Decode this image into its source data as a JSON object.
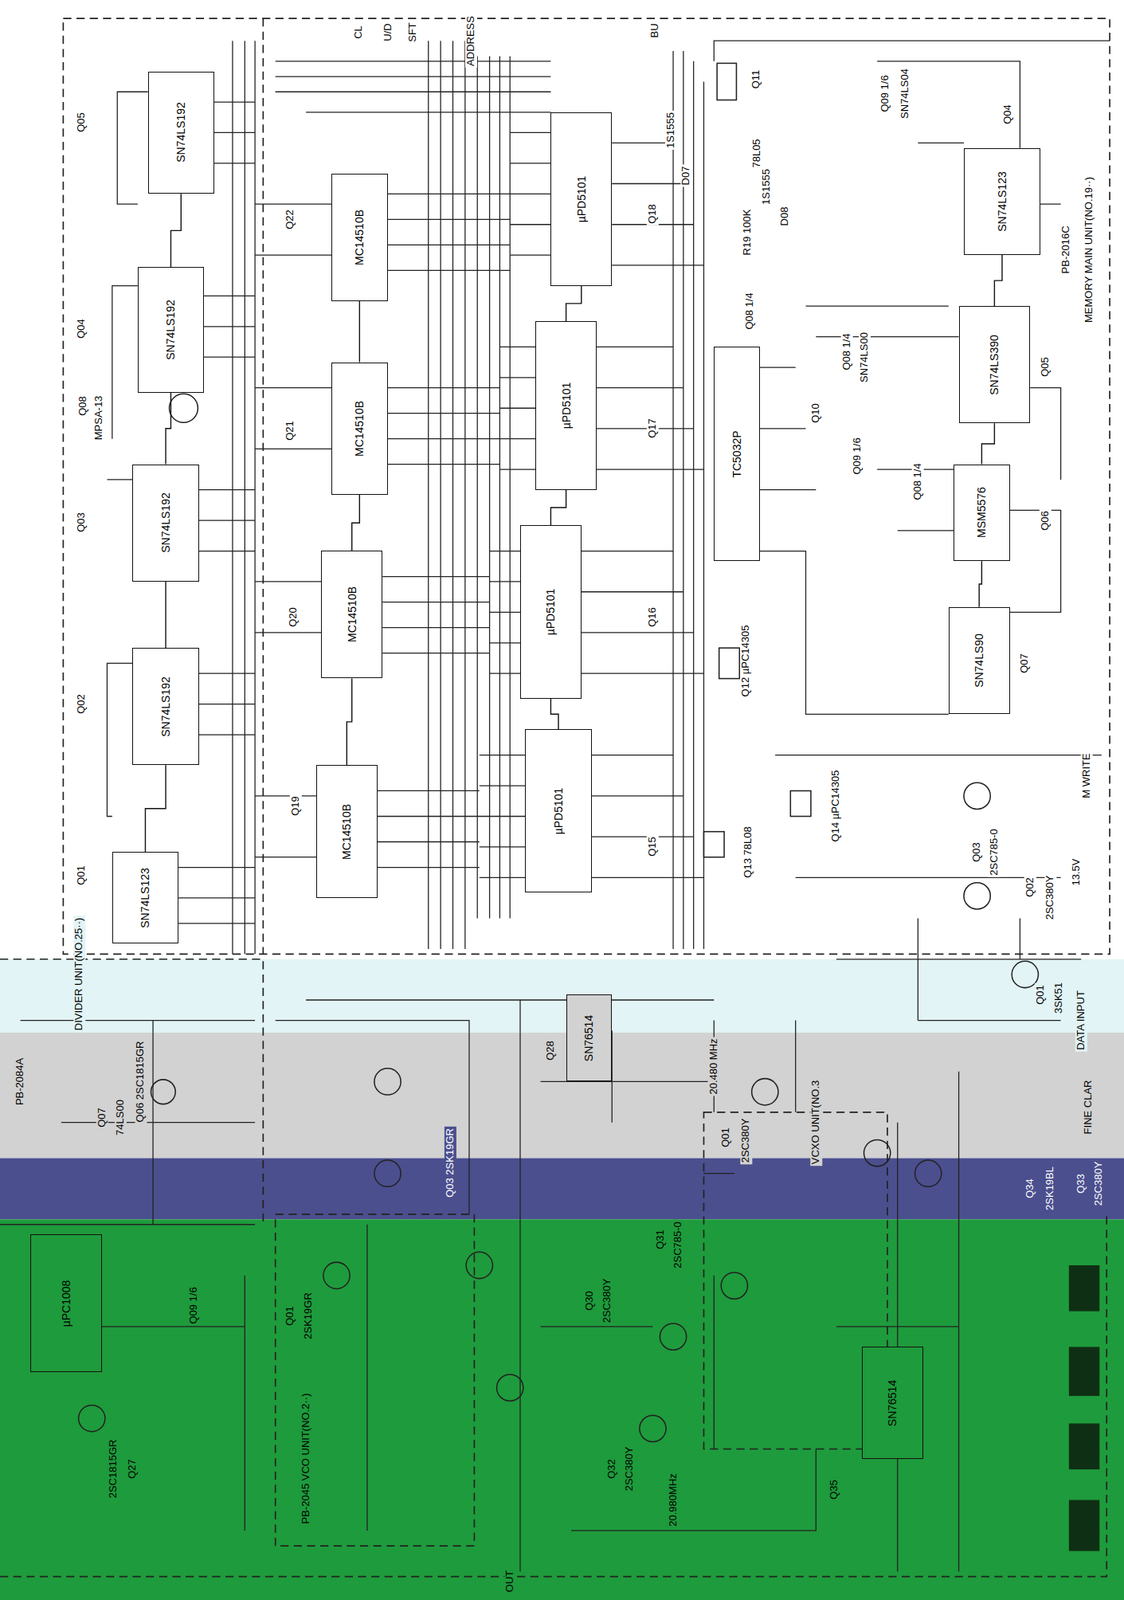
{
  "diagram": {
    "nodes": [
      {
        "text": [
          "SN74LS192"
        ]
      },
      {
        "text": [
          "MC14510B"
        ]
      },
      {
        "text": [
          "µPD5101"
        ]
      },
      {
        "text": [
          "SN74LS123"
        ]
      },
      {
        "text": [
          "SN74LS192"
        ]
      },
      {
        "text": [
          "MC14510B"
        ]
      },
      {
        "text": [
          "µPD5101"
        ]
      },
      {
        "text": [
          "TC5032P"
        ]
      },
      {
        "text": [
          "SN74LS390"
        ]
      },
      {
        "text": [
          "SN74LS192"
        ]
      },
      {
        "text": [
          "MC14510B"
        ]
      },
      {
        "text": [
          "µPD5101"
        ]
      },
      {
        "text": [
          "MSM5576"
        ]
      },
      {
        "text": [
          "SN74LS192"
        ]
      },
      {
        "text": [
          "SN74LS90"
        ]
      },
      {
        "text": [
          "µPD5101"
        ]
      },
      {
        "text": [
          "MC14510B"
        ]
      },
      {
        "text": [
          "SN74LS123"
        ]
      },
      {
        "text": [
          "µPC1008"
        ]
      },
      {
        "text": [
          "SN76514"
        ]
      },
      {
        "text": [
          "SN76514"
        ]
      }
    ],
    "edges": [
      {
        "from": 0,
        "to": 4,
        "arrow": "none"
      },
      {
        "from": 4,
        "to": 9,
        "arrow": "none"
      },
      {
        "from": 9,
        "to": 13,
        "arrow": "none"
      },
      {
        "from": 13,
        "to": 17,
        "arrow": "none"
      },
      {
        "from": 1,
        "to": 5,
        "arrow": "none"
      },
      {
        "from": 5,
        "to": 10,
        "arrow": "none"
      },
      {
        "from": 10,
        "to": 16,
        "arrow": "none"
      },
      {
        "from": 2,
        "to": 6,
        "arrow": "none"
      },
      {
        "from": 6,
        "to": 11,
        "arrow": "none"
      },
      {
        "from": 11,
        "to": 15,
        "arrow": "none"
      },
      {
        "from": 3,
        "to": 8,
        "arrow": "none"
      },
      {
        "from": 8,
        "to": 12,
        "arrow": "none"
      },
      {
        "from": 12,
        "to": 14,
        "arrow": "none"
      }
    ],
    "labels": [
      "Q05",
      "Q04",
      "Q08",
      "MPSA-13",
      "Q03",
      "Q02",
      "Q01",
      "CL",
      "U/D",
      "SFT",
      "ADDRESS",
      "BU",
      "Q22",
      "Q21",
      "Q20",
      "Q19",
      "Q18",
      "Q17",
      "Q16",
      "Q15",
      "D07",
      "1S1555",
      "Q11",
      "78L05",
      "R19 100K",
      "D08",
      "1S1555",
      "Q09 1/6",
      "SN74LS04",
      "Q04",
      "PB-2016C",
      "MEMORY MAIN UNIT(NO.19··)",
      "Q08 1/4",
      "Q08 1/4",
      "SN74LS00",
      "Q10",
      "Q09 1/6",
      "Q08 1/4",
      "Q05",
      "Q06",
      "Q07",
      "Q12 µPC14305",
      "Q14 µPC14305",
      "Q13 78L08",
      "Q03",
      "2SC785-0",
      "Q02",
      "2SC380Y",
      "M WRITE",
      "13.5V",
      "Q01",
      "3SK51",
      "DATA INPUT",
      "PB-2084A",
      "DIVIDER UNIT(NO.25··)",
      "Q07",
      "74LS00",
      "Q06 2SC1815GR",
      "Q03 2SK19GR",
      "Q28",
      "20.480 MHz",
      "Q01",
      "2SC380Y",
      "VCXO UNIT(NO.3",
      "FINE CLAR",
      "Q33",
      "2SC380Y",
      "Q34",
      "2SK19BL",
      "Q09 1/6",
      "Q27",
      "2SC1815GR",
      "Q01",
      "2SK19GR",
      "PB-2045 VCO UNIT(NO.2··)",
      "Q30",
      "2SC380Y",
      "Q31",
      "2SC785-0",
      "Q32",
      "2SC380Y",
      "20.980MHz",
      "Q35",
      "OUT"
    ]
  }
}
